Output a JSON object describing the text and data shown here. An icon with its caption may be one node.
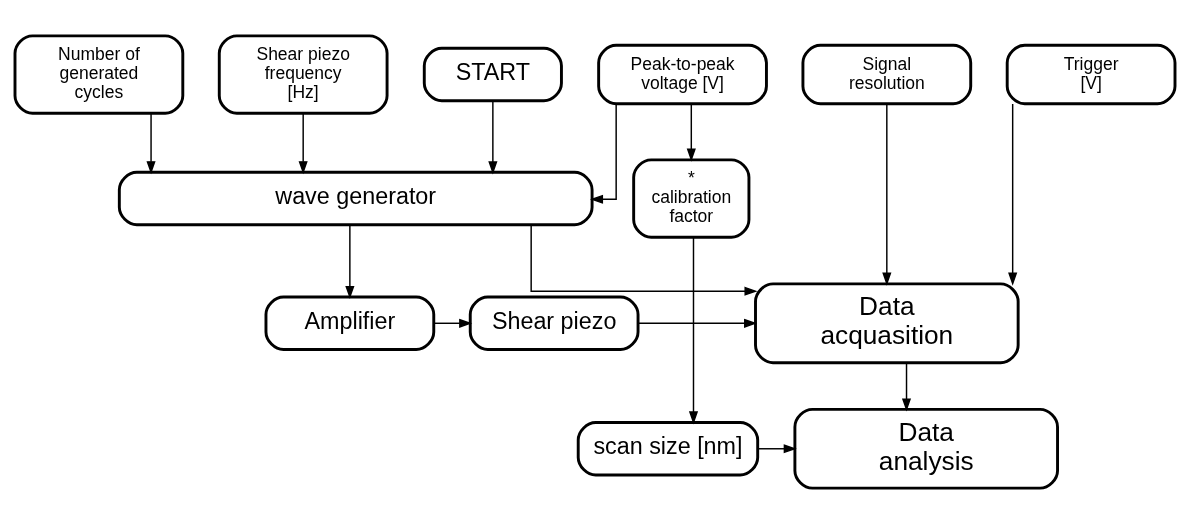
{
  "diagram": {
    "nodes": [
      {
        "text": [
          "START"
        ]
      },
      {
        "text": [
          "Number of generated cycles"
        ]
      },
      {
        "text": [
          "Shear piezo frequency [Hz]"
        ]
      },
      {
        "text": [
          "Peak-to-peak voltage [V]"
        ]
      },
      {
        "text": [
          "Signal resolution"
        ]
      },
      {
        "text": [
          "Trigger [V]"
        ]
      },
      {
        "text": [
          "wave generator"
        ]
      },
      {
        "text": [
          "* calibration factor"
        ]
      },
      {
        "text": [
          "Data acquasition"
        ]
      },
      {
        "text": [
          "Amplifier"
        ]
      },
      {
        "text": [
          "Shear piezo"
        ]
      },
      {
        "text": [
          "scan size [nm]"
        ]
      },
      {
        "text": [
          "Data analysis"
        ]
      }
    ],
    "edges": [
      {
        "from": 0,
        "to": 6,
        "arrow": "to"
      },
      {
        "from": 1,
        "to": 6,
        "arrow": "to"
      },
      {
        "from": 2,
        "to": 6,
        "arrow": "to"
      },
      {
        "from": 3,
        "to": 6,
        "arrow": "to"
      },
      {
        "from": 3,
        "to": 7,
        "arrow": "to"
      },
      {
        "from": 4,
        "to": 8,
        "arrow": "to"
      },
      {
        "from": 5,
        "to": 8,
        "arrow": "to"
      },
      {
        "from": 6,
        "to": 8,
        "arrow": "to"
      },
      {
        "from": 6,
        "to": 9,
        "arrow": "to"
      },
      {
        "from": 9,
        "to": 10,
        "arrow": "to"
      },
      {
        "from": 10,
        "to": 8,
        "arrow": "to"
      },
      {
        "from": 7,
        "to": 11,
        "arrow": "to"
      },
      {
        "from": 8,
        "to": 12,
        "arrow": "to"
      },
      {
        "from": 11,
        "to": 12,
        "arrow": "to"
      }
    ]
  }
}
